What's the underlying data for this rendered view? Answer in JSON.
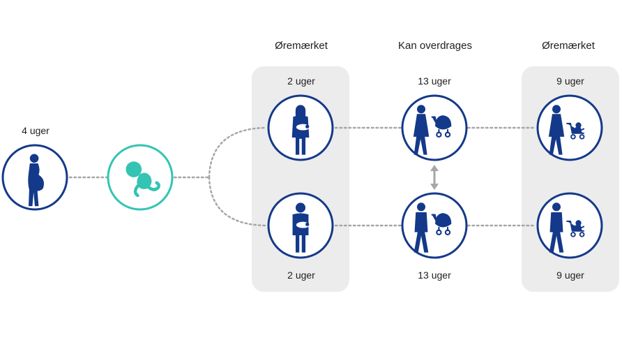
{
  "headers": {
    "left_panel": "Øremærket",
    "middle": "Kan overdrages",
    "right_panel": "Øremærket"
  },
  "pregnancy": {
    "weeks_label": "4 uger",
    "icon": "pregnant-woman-icon"
  },
  "birth": {
    "icon": "baby-icon"
  },
  "mother_row": {
    "earmarked_weeks": "2 uger",
    "transferable_weeks": "13 uger",
    "earmarked_late_weeks": "9 uger",
    "icons": [
      "mother-holding-baby-icon",
      "mother-pram-icon",
      "mother-stroller-icon"
    ]
  },
  "father_row": {
    "earmarked_weeks": "2 uger",
    "transferable_weeks": "13 uger",
    "earmarked_late_weeks": "9 uger",
    "icons": [
      "father-holding-baby-icon",
      "father-pram-icon",
      "father-stroller-icon"
    ]
  },
  "colors": {
    "navy": "#14398a",
    "teal": "#33c4b3",
    "panel_bg": "#ececec",
    "connector": "#a6a6a6"
  }
}
